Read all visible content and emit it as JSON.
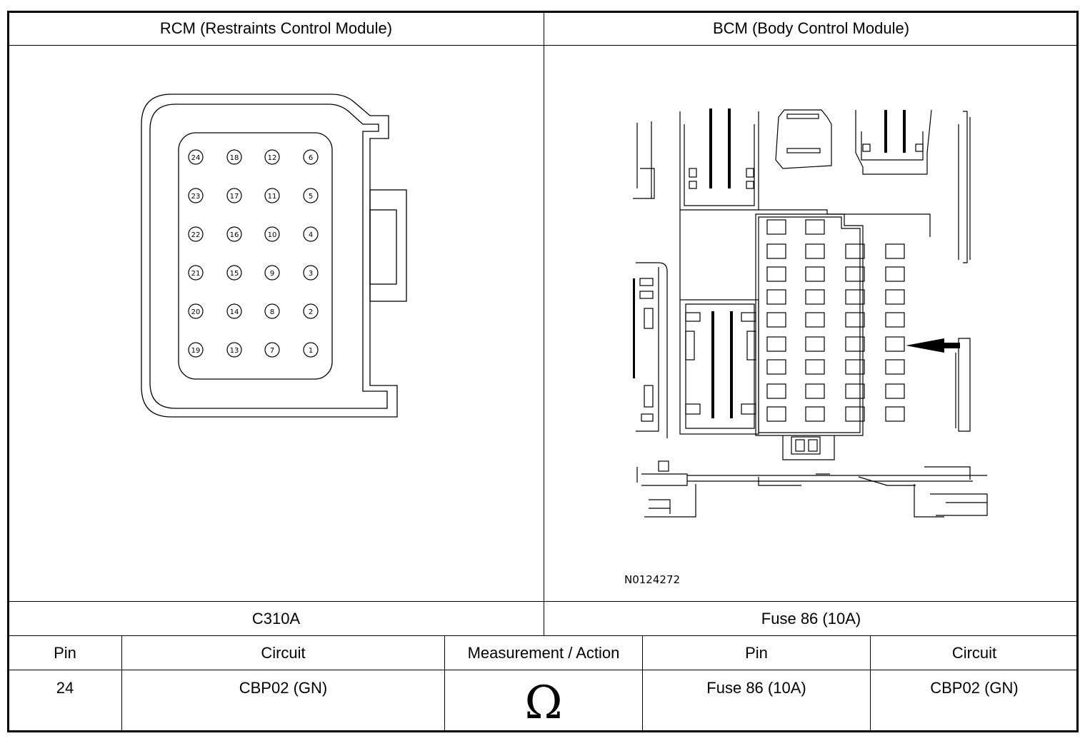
{
  "header": {
    "left_title": "RCM (Restraints Control Module)",
    "right_title": "BCM (Body Control Module)"
  },
  "connector": {
    "label": "C310A",
    "pins": [
      [
        "24",
        "18",
        "12",
        "6"
      ],
      [
        "23",
        "17",
        "11",
        "5"
      ],
      [
        "22",
        "16",
        "10",
        "4"
      ],
      [
        "21",
        "15",
        "9",
        "3"
      ],
      [
        "20",
        "14",
        "8",
        "2"
      ],
      [
        "19",
        "13",
        "7",
        "1"
      ]
    ]
  },
  "fusebox": {
    "label": "Fuse 86 (10A)",
    "figure_id": "N0124272"
  },
  "table": {
    "headers": [
      "Pin",
      "Circuit",
      "Measurement / Action",
      "Pin",
      "Circuit"
    ],
    "row": {
      "pin_a": "24",
      "circuit_a": "CBP02 (GN)",
      "measurement_symbol": "Ω",
      "pin_b": "Fuse 86 (10A)",
      "circuit_b": "CBP02 (GN)"
    }
  }
}
